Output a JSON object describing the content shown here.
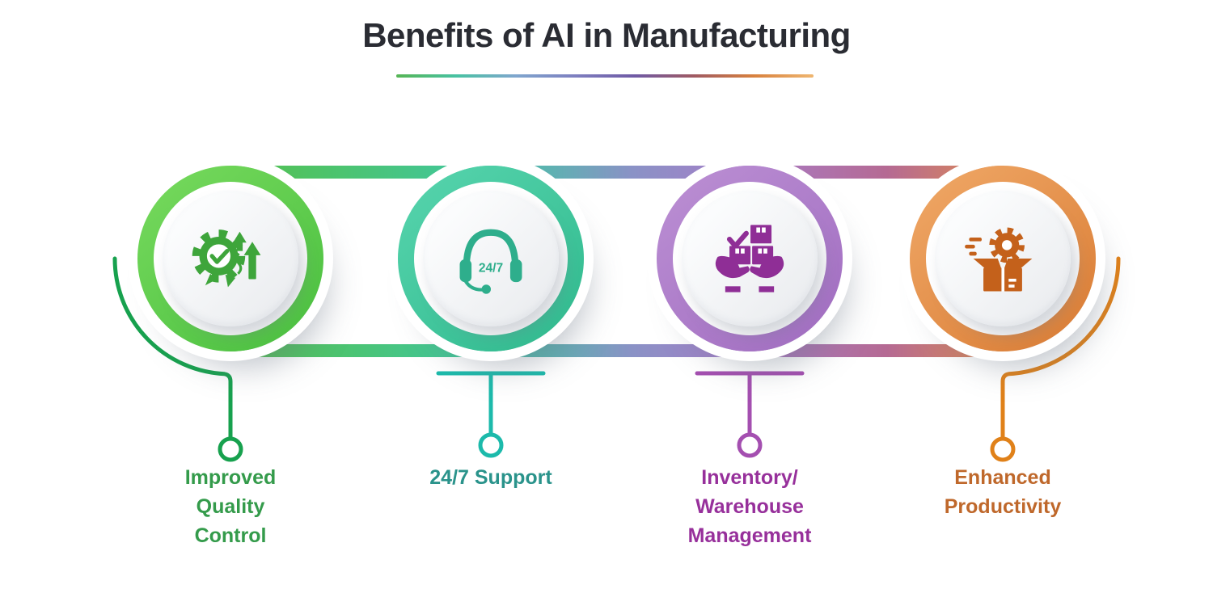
{
  "title": "Benefits of AI in Manufacturing",
  "title_color": "#2A2C33",
  "divider_gradient": [
    "#56B554",
    "#48C2A2",
    "#7FA6CE",
    "#7E7FC0",
    "#6F5AA5",
    "#A05A62",
    "#D8813E",
    "#EFB670"
  ],
  "band_gradient": [
    "#55C14B",
    "#3FC7A3 34%",
    "#8A92C6 52%",
    "#A77CC8 67%",
    "#B56A93 85%",
    "#DF8A50"
  ],
  "items": [
    {
      "label": "Improved\nQuality\nControl",
      "icon": "quality-badge-arrows-icon",
      "connector": "arc-left",
      "colors": {
        "ring_light": "#78DA5E",
        "ring_dark": "#49BF3F",
        "icon": "#3EA53B",
        "connector": "#17A14E",
        "label": "#349B4B"
      }
    },
    {
      "label": "24/7 Support",
      "icon": "headset-247-icon",
      "icon_text": "24/7",
      "connector": "tee",
      "colors": {
        "ring_light": "#58D5AE",
        "ring_dark": "#2FB98D",
        "icon": "#2EAE8C",
        "connector": "#1CBAAB",
        "label": "#2A938B"
      }
    },
    {
      "label": "Inventory/\nWarehouse\nManagement",
      "icon": "hands-holding-boxes-icon",
      "connector": "tee",
      "colors": {
        "ring_light": "#BC90D4",
        "ring_dark": "#A06CC0",
        "icon": "#8F2E96",
        "connector": "#A44FB0",
        "label": "#97309B"
      }
    },
    {
      "label": "Enhanced\nProductivity",
      "icon": "gear-open-box-icon",
      "connector": "arc-right",
      "colors": {
        "ring_light": "#F0A968",
        "ring_dark": "#D97B33",
        "icon": "#C4611B",
        "connector": "#E08119",
        "label": "#BF682B"
      }
    }
  ]
}
